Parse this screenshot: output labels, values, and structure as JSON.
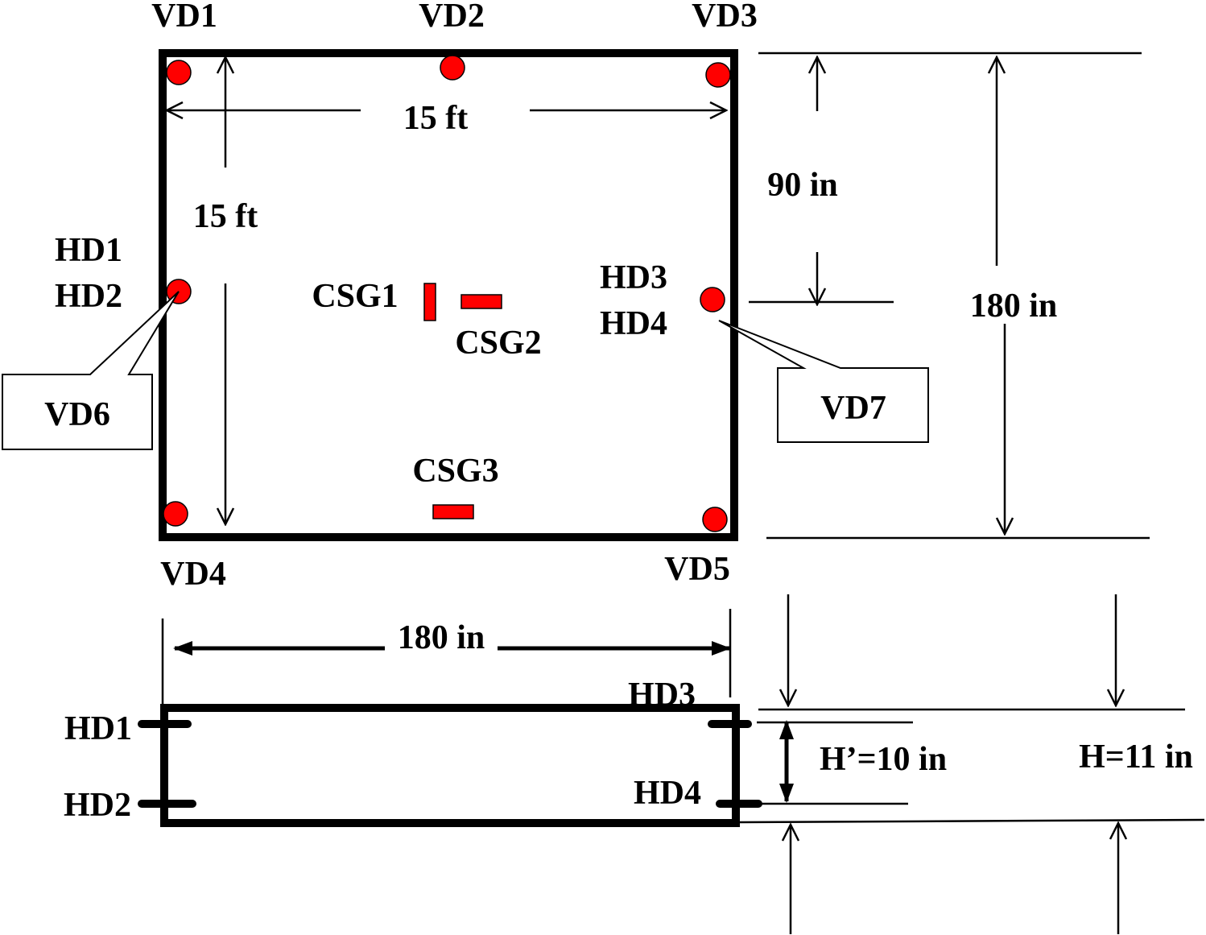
{
  "plan": {
    "displacement_sensors": {
      "vd1": "VD1",
      "vd2": "VD2",
      "vd3": "VD3",
      "vd4": "VD4",
      "vd5": "VD5",
      "vd6": "VD6",
      "vd7": "VD7"
    },
    "horizontal_sensors": {
      "hd1": "HD1",
      "hd2": "HD2",
      "hd3": "HD3",
      "hd4": "HD4"
    },
    "strain_gauges": {
      "csg1": "CSG1",
      "csg2": "CSG2",
      "csg3": "CSG3"
    },
    "dimensions": {
      "width": "15 ft",
      "length": "15 ft",
      "half_span": "90 in",
      "full_span": "180 in"
    }
  },
  "section": {
    "sensors": {
      "hd1": "HD1",
      "hd2": "HD2",
      "hd3": "HD3",
      "hd4": "HD4"
    },
    "dimensions": {
      "span": "180 in",
      "inner_height": "H’=10 in",
      "total_height": "H=11 in"
    }
  },
  "colors": {
    "sensor": "#ff0000",
    "line": "#000000",
    "background": "#ffffff"
  }
}
